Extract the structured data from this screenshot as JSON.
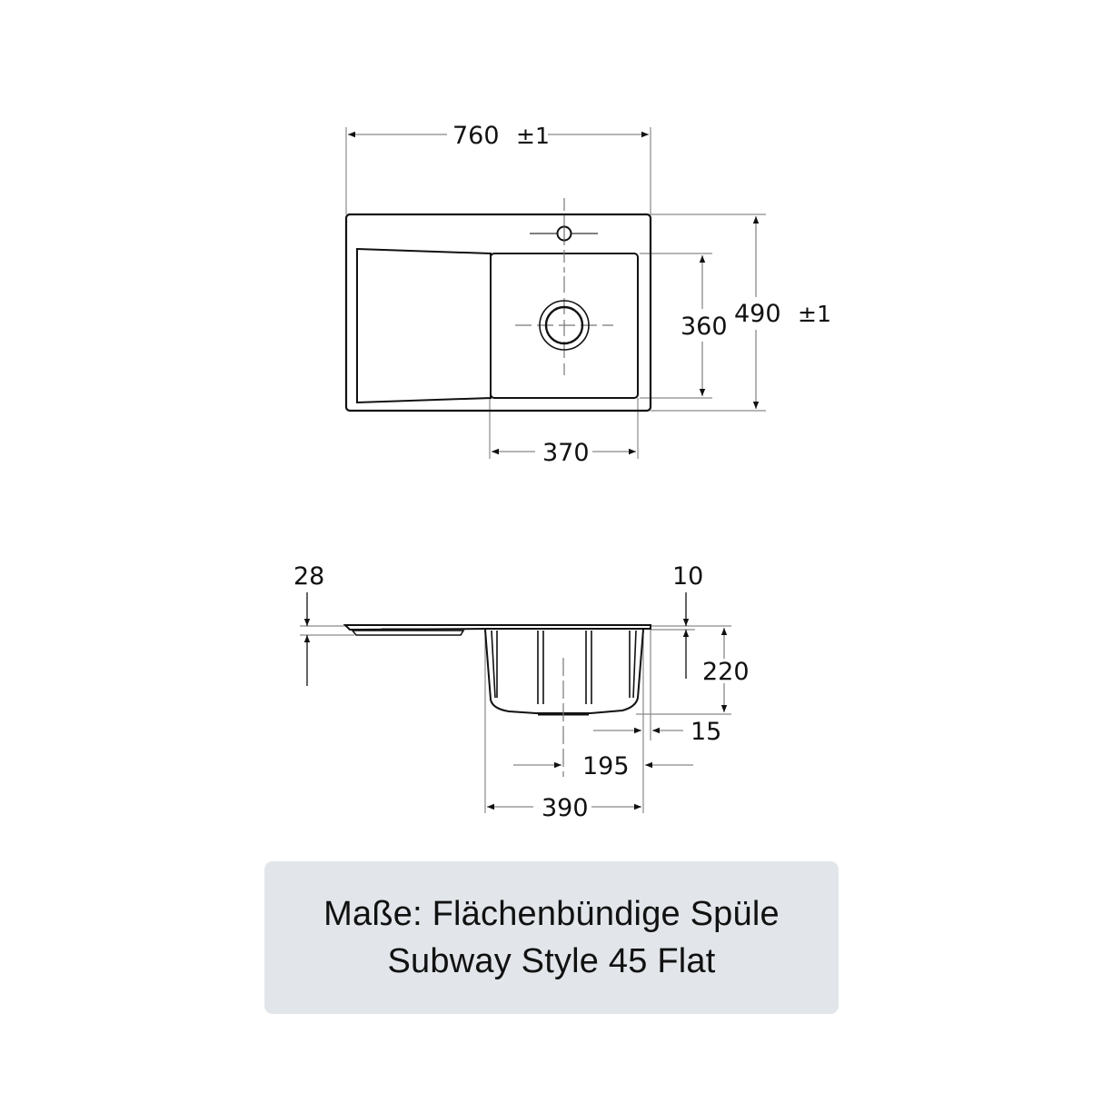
{
  "diagram": {
    "top_view": {
      "overall_width": {
        "value": "760",
        "tolerance": "±1"
      },
      "overall_depth": {
        "value": "490",
        "tolerance": "±1"
      },
      "bowl_depth": {
        "value": "360"
      },
      "bowl_width": {
        "value": "370"
      }
    },
    "side_view": {
      "rim_thickness_left": {
        "value": "28"
      },
      "rim_thickness_right": {
        "value": "10"
      },
      "bowl_height": {
        "value": "220"
      },
      "rim_offset": {
        "value": "15"
      },
      "drain_offset": {
        "value": "195"
      },
      "bowl_outer_width": {
        "value": "390"
      }
    },
    "colors": {
      "line": "#111111",
      "dimension_line": "#888888",
      "caption_background": "#e2e6ea"
    }
  },
  "caption": {
    "line1": "Maße: Flächenbündige Spüle",
    "line2": "Subway Style 45 Flat"
  }
}
